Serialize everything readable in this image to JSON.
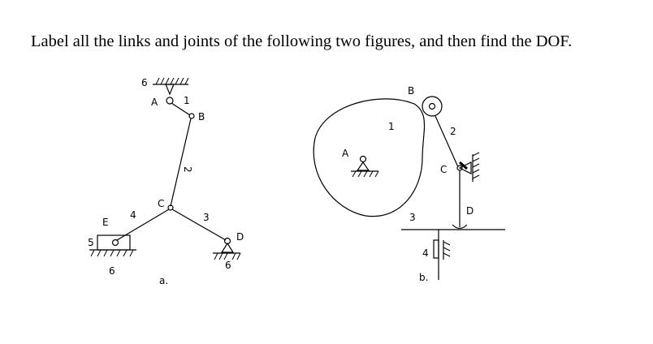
{
  "question": "Label all the links and joints of the following two figures, and then find the DOF.",
  "figure_a": {
    "caption": "a.",
    "labels": {
      "ground_top": "6",
      "joint_A": "A",
      "link_1": "1",
      "joint_B": "B",
      "link_2": "2",
      "joint_C": "C",
      "link_3": "3",
      "joint_D": "D",
      "ground_right": "6",
      "joint_E": "E",
      "link_4": "4",
      "slider_5": "5",
      "ground_left": "6"
    }
  },
  "figure_b": {
    "caption": "b.",
    "labels": {
      "joint_A": "A",
      "cam_1": "1",
      "joint_B": "B",
      "link_2": "2",
      "joint_C": "C",
      "joint_D": "D",
      "link_3": "3",
      "link_4": "4"
    }
  }
}
